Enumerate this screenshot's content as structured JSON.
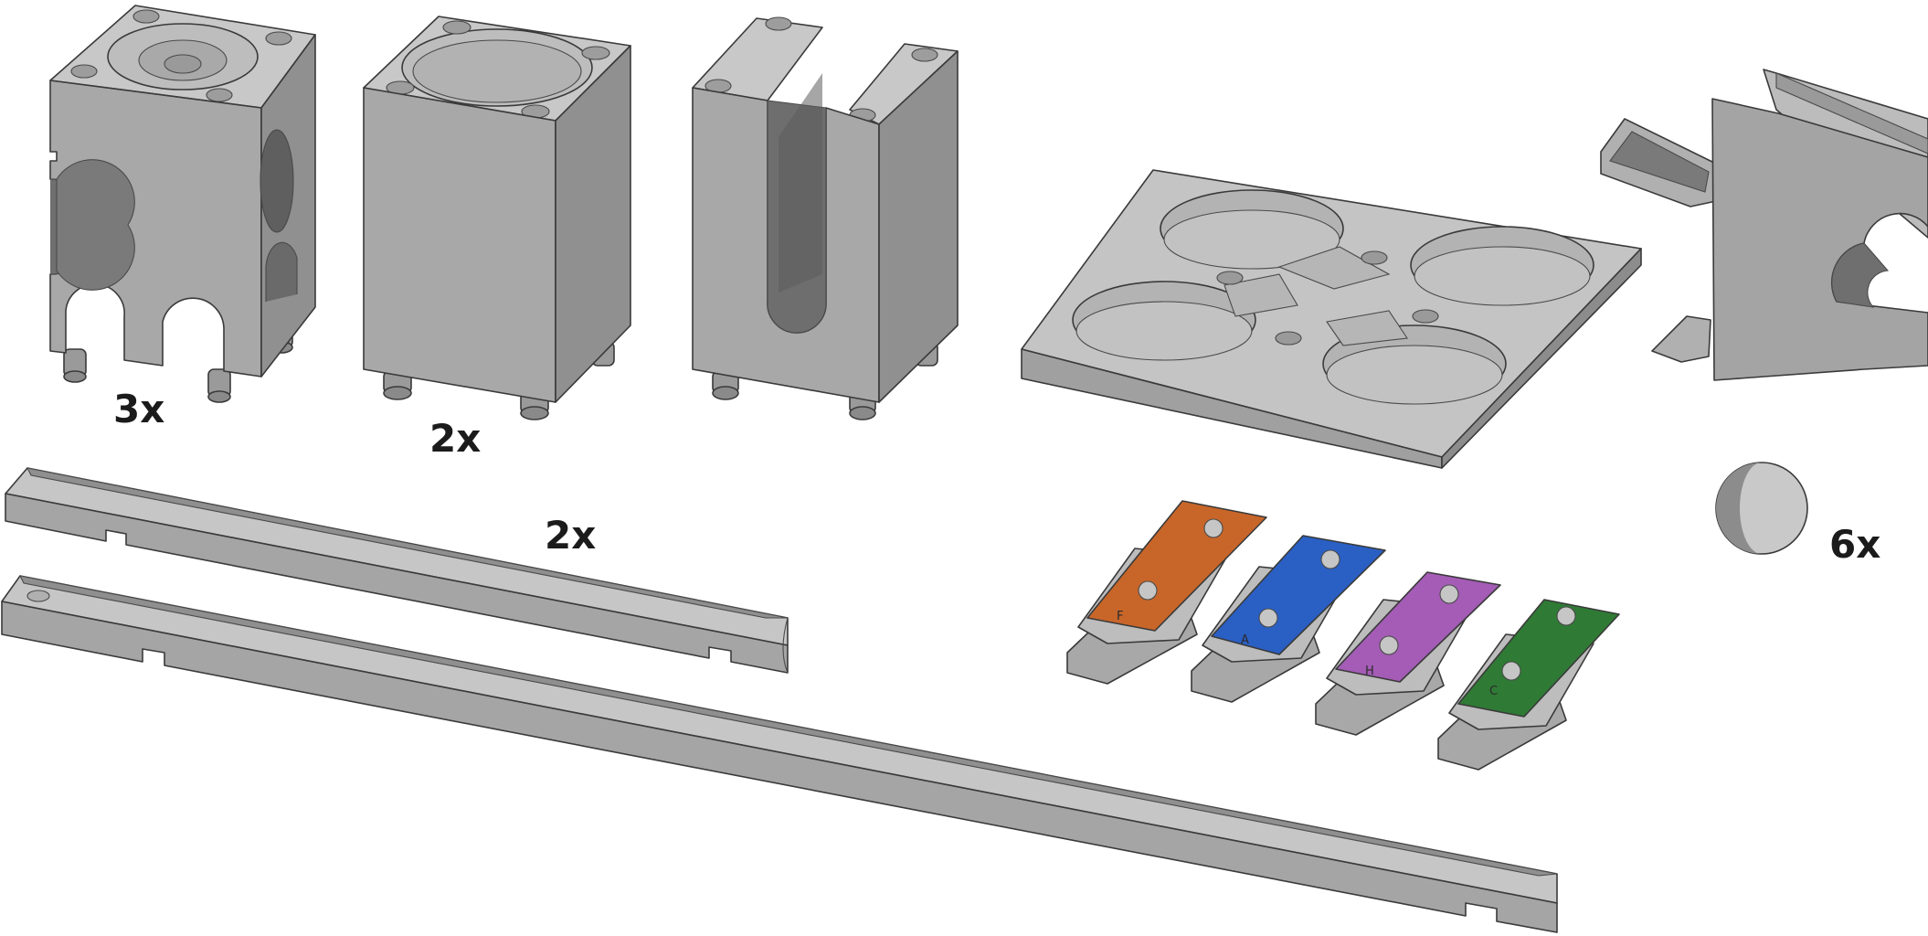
{
  "quantity_labels": {
    "crossing_cube": "3x",
    "basket_cube": "2x",
    "slot_cube": "",
    "long_rails": "2x",
    "marbles": "6x"
  },
  "xylophone": {
    "bars": [
      {
        "letter": "F",
        "color": "#c8662a"
      },
      {
        "letter": "A",
        "color": "#2a5fc4"
      },
      {
        "letter": "H",
        "color": "#a45cb6"
      },
      {
        "letter": "C",
        "color": "#2f7a35"
      }
    ]
  },
  "colors": {
    "part_top": "#c8c8c8",
    "part_front": "#a6a6a6",
    "part_side": "#8e8e8e",
    "outline": "#3a3a3a"
  },
  "parts": [
    "crossing-cube",
    "basket-cube",
    "slot-cube",
    "turntable-plate",
    "angled-chute",
    "rail-short",
    "rail-long",
    "xylophone-set",
    "marble"
  ]
}
